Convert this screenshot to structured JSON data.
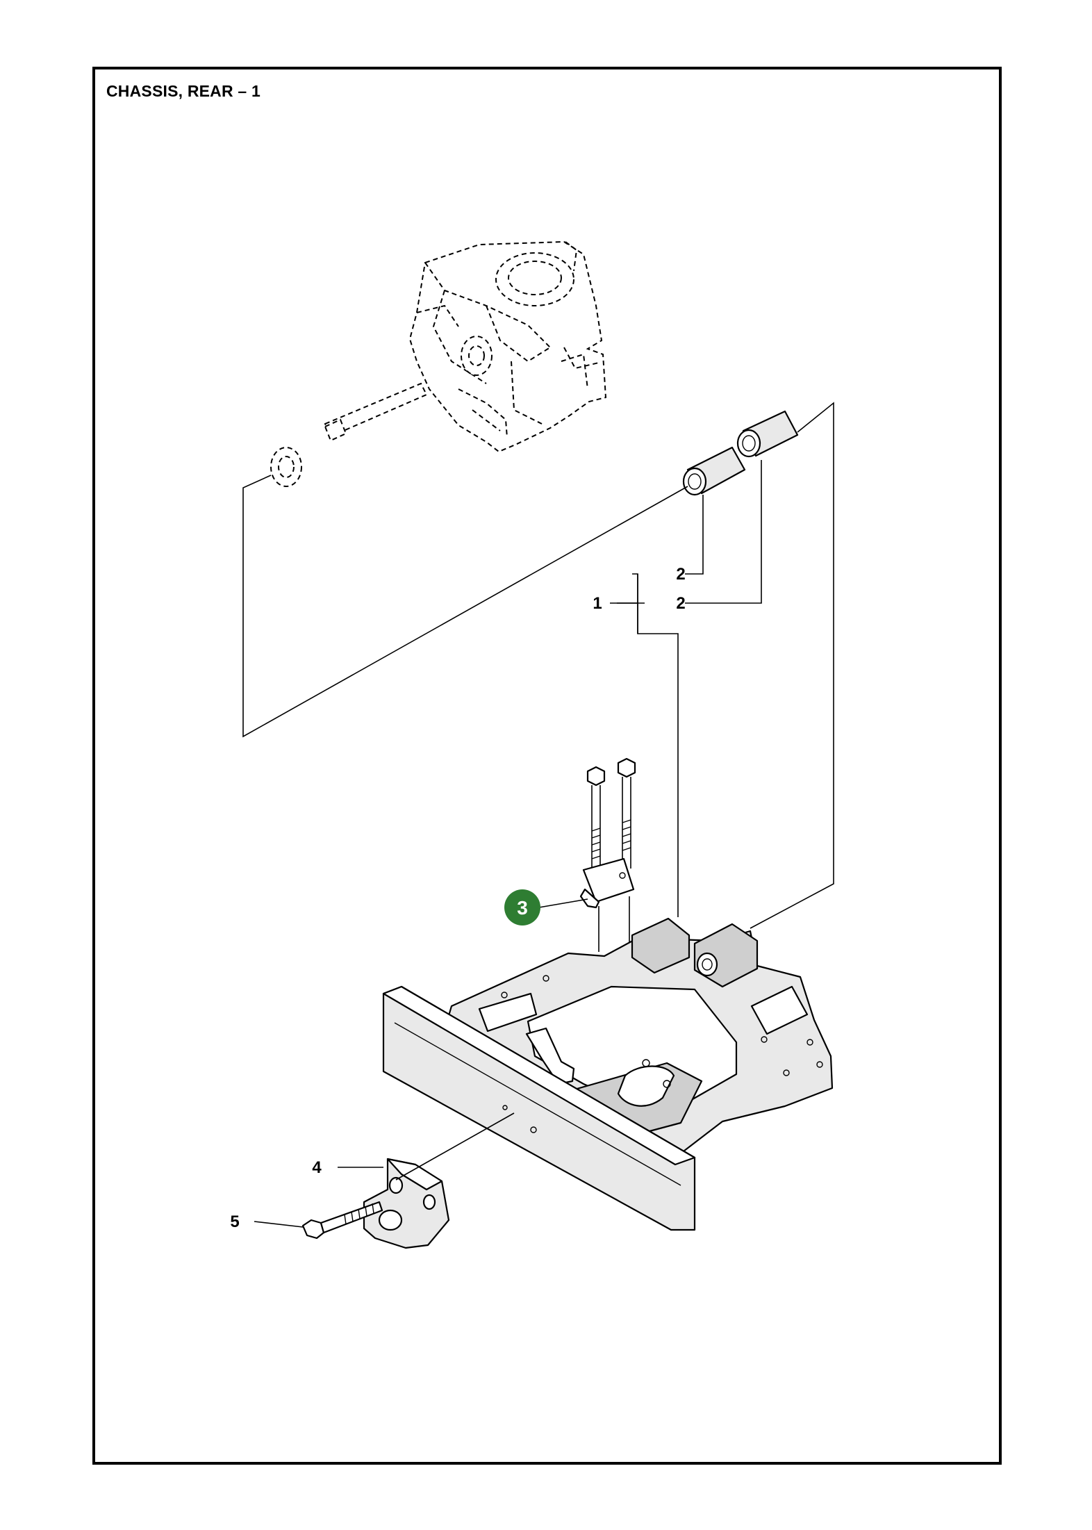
{
  "title": "CHASSIS, REAR – 1",
  "callouts": {
    "item1": "1",
    "item2_upper": "2",
    "item2_lower": "2",
    "item3": "3",
    "item4": "4",
    "item5": "5"
  },
  "colors": {
    "highlight": "#2e7d32",
    "line": "#000000",
    "part_fill": "#e9e9e9"
  }
}
